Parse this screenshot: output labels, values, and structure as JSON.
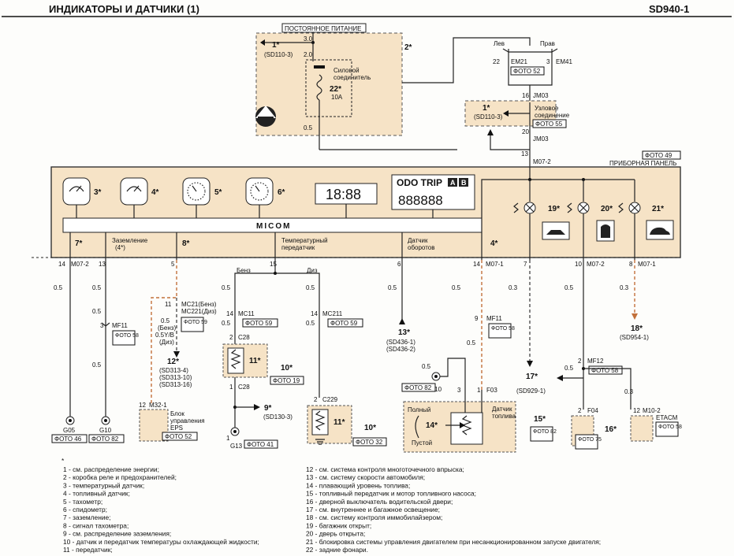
{
  "header": {
    "title": "ИНДИКАТОРЫ И ДАТЧИКИ (1)",
    "code": "SD940-1"
  },
  "power": {
    "title": "ПОСТОЯННОЕ ПИТАНИЕ",
    "ref_num": "1*",
    "ref_sd": "(SD110-3)",
    "wire_30": "3.0",
    "wire_20": "2.0",
    "num2": "2*",
    "connector_label_1": "Силовой",
    "connector_label_2": "соединитель",
    "fuse_num": "22*",
    "fuse_val": "10A",
    "wire_05": "0.5"
  },
  "top_right": {
    "lev": "Лев",
    "prav": "Прав",
    "em21": "EM21",
    "em41": "EM41",
    "em21_pin": "22",
    "em41_pin": "3",
    "foto52": "ФОТО 52",
    "jm03_a": "JM03",
    "jm03_a_pin": "16",
    "node_num": "1*",
    "node_sd": "(SD110-3)",
    "node_text_1": "Узловое",
    "node_text_2": "соединение",
    "foto55": "ФОТО 55",
    "jm03_b": "JM03",
    "jm03_b_pin": "20",
    "m072": "M07-2",
    "m072_pin": "13",
    "foto49": "ФОТО 49",
    "panel": "ПРИБОРНАЯ ПАНЕЛЬ"
  },
  "cluster": {
    "g3": "3*",
    "g4": "4*",
    "g5": "5*",
    "g6": "6*",
    "clock": "18:88",
    "odo": "ODO TRIP",
    "odo_a": "A",
    "odo_b": "B",
    "odo_digits": "888888",
    "micom": "MICOM",
    "l19": "19*",
    "l20": "20*",
    "l21": "21*"
  },
  "bottom_labels": {
    "n7": "7*",
    "ground_1": "Заземление",
    "ground_2": "(4*)",
    "n8": "8*",
    "temp_1": "Температурный",
    "temp_2": "передатчик",
    "rpm_1": "Датчик",
    "rpm_2": "оборотов",
    "n4": "4*"
  },
  "pins": {
    "p14a": "14",
    "m072a": "M07-2",
    "p13": "13",
    "p5": "5",
    "p15": "15",
    "p6": "6",
    "p14b": "14",
    "m071a": "M07-1",
    "p7": "7",
    "p10": "10",
    "m072b": "M07-2",
    "p8": "8",
    "m071b": "M07-1"
  },
  "wires": {
    "w05": "0.5",
    "w03": "0.3",
    "benz_label": "Бенз",
    "diz_label": "Диз"
  },
  "lower": {
    "mf11_pin": "3",
    "mf11": "MF11",
    "foto58": "ФОТО 58",
    "g05": "G05",
    "foto46": "ФОТО 46",
    "g10": "G10",
    "foto82": "ФОТО 82",
    "mc21_pin": "11",
    "mc21": "MC21(Бенз)",
    "mc221": "MC221(Диз)",
    "foto59": "ФОТО 59",
    "w05b": "0.5",
    "benz_s": "(Бенз)",
    "w05y": "0.5Y/B",
    "diz_s": "(Диз)",
    "n12": "12*",
    "sd313_4": "(SD313-4)",
    "sd313_10": "(SD313-10)",
    "sd313_16": "(SD313-16)",
    "m321_pin": "12",
    "m321": "M32-1",
    "eps_1": "Блок",
    "eps_2": "управления",
    "eps_3": "EPS",
    "foto52b": "ФОТО 52",
    "mc11_pin": "14",
    "mc11": "MC11",
    "foto59b": "ФОТО 59",
    "c28_top_pin": "2",
    "c28_top": "C28",
    "n11a": "11*",
    "n10a": "10*",
    "c28_bot_pin": "1",
    "c28_bot": "C28",
    "foto19": "ФОТО 19",
    "n9": "9*",
    "sd130": "(SD130-3)",
    "g13_pin": "1",
    "g13": "G13",
    "foto41": "ФОТО 41",
    "mc211_pin": "14",
    "mc211": "MC211",
    "foto59c": "ФОТО 59",
    "c229_pin": "2",
    "c229": "C229",
    "n11b": "11*",
    "n10b": "10*",
    "foto32": "ФОТО 32",
    "n13": "13*",
    "sd436_1": "(SD436-1)",
    "sd436_2": "(SD436-2)",
    "mf11b_pin": "9",
    "mf11b": "MF11",
    "foto58b": "ФОТО 58",
    "g10b": "G10",
    "foto82b": "ФОТО 82",
    "f03_pin_a": "3",
    "f03_pin_b": "1",
    "f03": "F03",
    "full": "Полный",
    "empty": "Пустой",
    "n14": "14*",
    "fuel_1": "Датчик",
    "fuel_2": "топлива",
    "n15": "15*",
    "foto82c": "ФОТО 82",
    "n17": "17*",
    "sd929": "(SD929-1)",
    "mf12_pin": "2",
    "mf12": "MF12",
    "foto58c": "ФОТО 58",
    "f04_pin": "2",
    "f04": "F04",
    "n16": "16*",
    "foto75": "ФОТО 75",
    "n18": "18*",
    "sd954": "(SD954-1)",
    "m102_pin": "12",
    "m102": "M10-2",
    "etacm": "ETACM",
    "foto58d": "ФОТО 58"
  },
  "legend": {
    "star": "*",
    "left": [
      "1 - см. распределение энергии;",
      "2 - коробка реле и предохранителей;",
      "3 - температурный датчик;",
      "4 - топливный датчик;",
      "5 - тахометр;",
      "6 - спидометр;",
      "7 - заземление;",
      "8 - сигнал тахометра;",
      "9 - см. распределение заземления;",
      "10 - датчик и передатчик температуры охлаждающей жидкости;",
      "11 - передатчик;"
    ],
    "right": [
      "12 - см. система контроля многоточечного впрыска;",
      "13 - см. систему скорости автомобиля;",
      "14 - плавающий уровень топлива;",
      "15 - топливный передатчик и мотор топливного насоса;",
      "16 - дверной выключатель водительской двери;",
      "17 - см. внутреннее и багажное освещение;",
      "18 - см. систему контроля иммобилайзером;",
      "19 - багажник открыт;",
      "20 - дверь открыта;",
      "21 - блокировка системы управления двигателем при несанкционированном запуске двигателя;",
      "22 - задние фонари."
    ]
  }
}
